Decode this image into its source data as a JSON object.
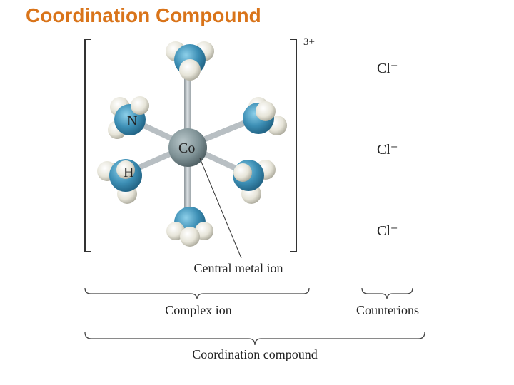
{
  "slide": {
    "title": "Coordination Compound"
  },
  "diagram": {
    "charge": "3+",
    "metal_label": "Co",
    "nitrogen_label": "N",
    "hydrogen_label": "H",
    "counterions": [
      "Cl⁻",
      "Cl⁻",
      "Cl⁻"
    ],
    "callout_label": "Central metal ion",
    "brace_labels": {
      "complex_ion": "Complex ion",
      "counterions": "Counterions",
      "coordination_compound": "Coordination compound"
    },
    "colors": {
      "nitrogen": "#3d8fb5",
      "hydrogen": "#e6e4d8",
      "cobalt": "#7f9296",
      "bond": "#b8bfc3"
    }
  }
}
